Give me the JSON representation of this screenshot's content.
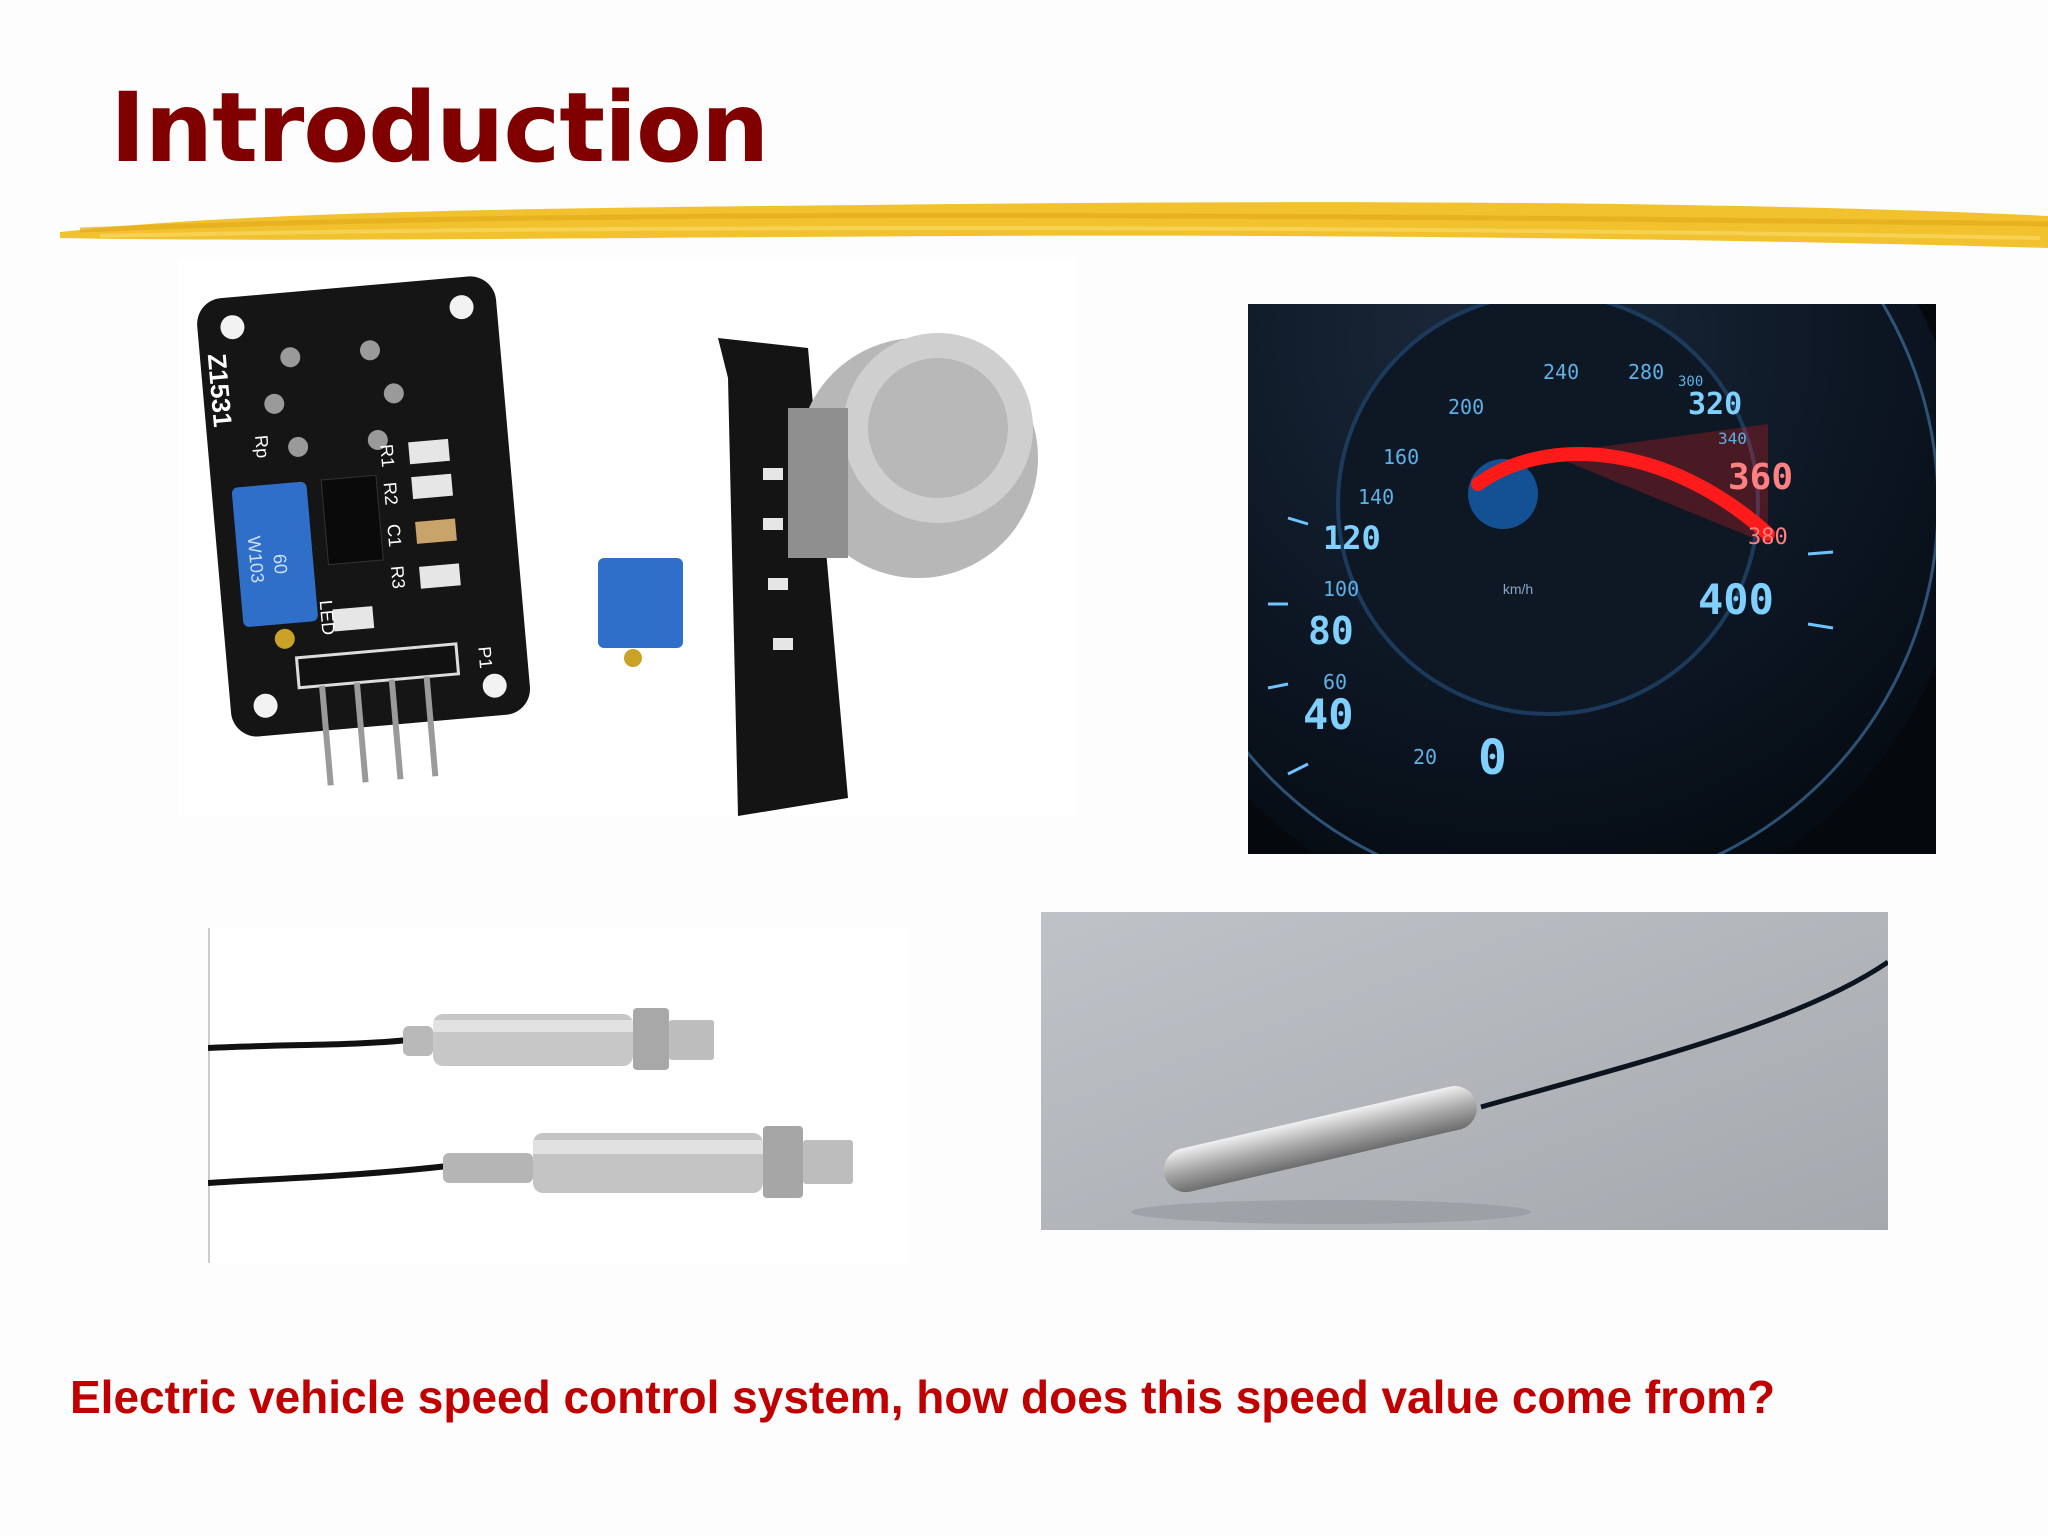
{
  "slide": {
    "title": "Introduction",
    "caption": "Electric vehicle speed control system, how does this speed value come from?"
  },
  "images": {
    "gas_sensor": {
      "board_labels": [
        "Z1531",
        "Rp",
        "R1",
        "R2",
        "C1",
        "R3",
        "LED",
        "P1",
        "W103",
        "60"
      ]
    },
    "speedometer": {
      "unit": "km/h",
      "big_numbers": [
        "0",
        "40",
        "80",
        "120",
        "320",
        "360",
        "400"
      ],
      "small_numbers": [
        "20",
        "60",
        "100",
        "140",
        "160",
        "200",
        "240",
        "280",
        "300",
        "340",
        "380"
      ]
    },
    "pressure_sensors": {},
    "temperature_probe": {}
  },
  "colors": {
    "title": "#800000",
    "caption": "#c00000",
    "highlight": "#f2c12e"
  }
}
